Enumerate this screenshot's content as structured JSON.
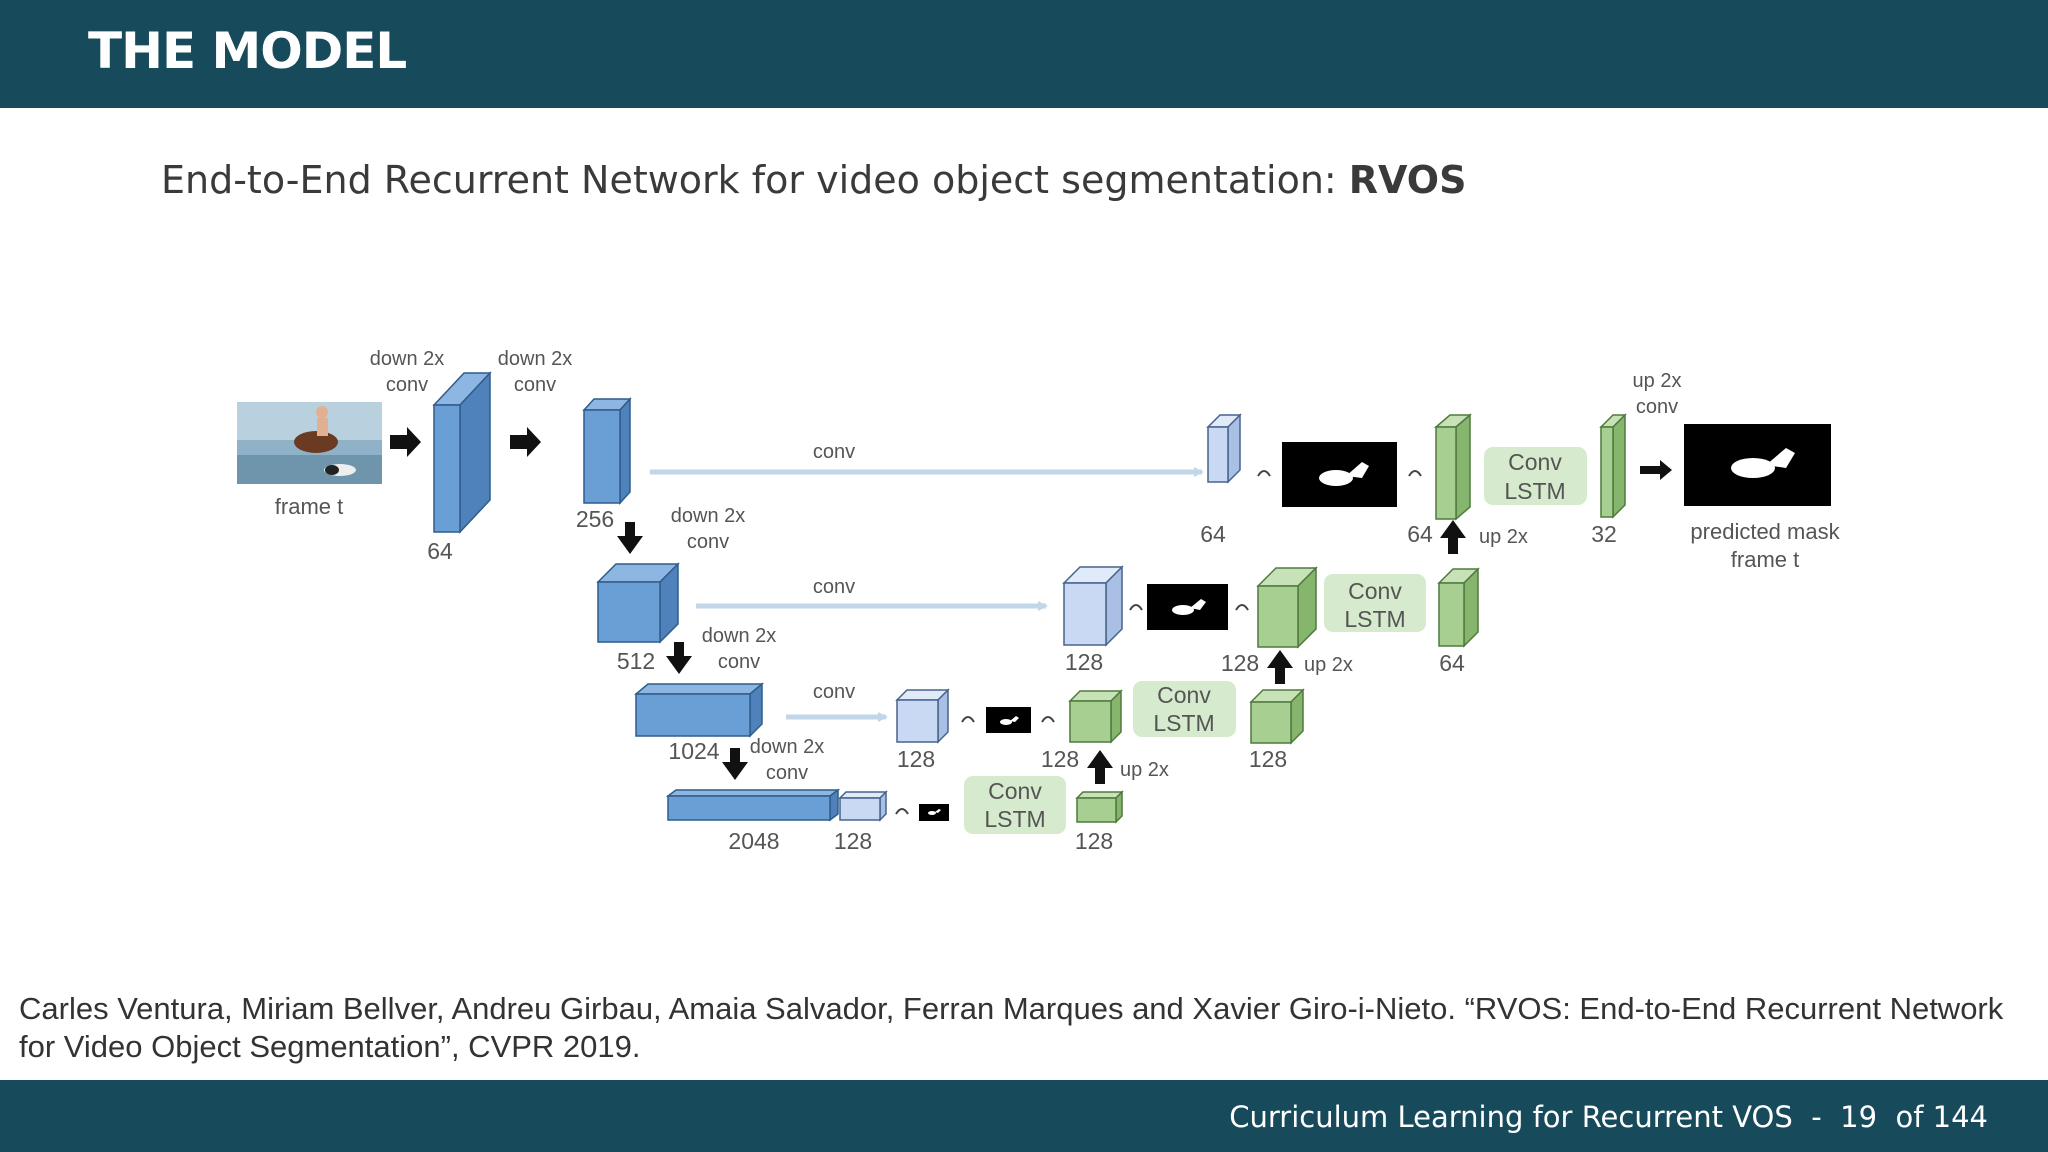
{
  "header": {
    "title": "THE MODEL"
  },
  "subtitle": {
    "prefix": "End-to-End Recurrent Network for video object segmentation: ",
    "bold": "RVOS"
  },
  "diagram": {
    "frame_caption": "frame t",
    "predicted_caption": [
      "predicted mask",
      "frame t"
    ],
    "op_down": [
      "down 2x",
      "conv"
    ],
    "op_up": [
      "up 2x",
      "conv"
    ],
    "conv": "conv",
    "up": "up 2x",
    "lstm": [
      "Conv",
      "LSTM"
    ],
    "sizes": {
      "enc64": "64",
      "enc256": "256",
      "enc512": "512",
      "enc1024": "1024",
      "enc2048": "2048",
      "skip64": "64",
      "skip128a": "128",
      "skip128b": "128",
      "skip128c": "128",
      "dec64a": "64",
      "dec32": "32",
      "dec128a": "128",
      "dec64b": "64",
      "dec128b": "128",
      "dec128c": "128",
      "dec128d": "128"
    },
    "colors": {
      "blue": "#6a9fd6",
      "light_blue": "#c9d9f3",
      "green": "#a8cf92",
      "lstm_bg": "#d6ebcd"
    }
  },
  "citation": "Carles Ventura, Miriam Bellver, Andreu Girbau, Amaia Salvador, Ferran Marques and Xavier Giro-i-Nieto. “RVOS: End-to-End Recurrent Network for Video Object Segmentation”, CVPR 2019.",
  "footer": {
    "title": "Curriculum Learning for Recurrent VOS",
    "separator": "-",
    "page": "19",
    "of": "of 144"
  }
}
